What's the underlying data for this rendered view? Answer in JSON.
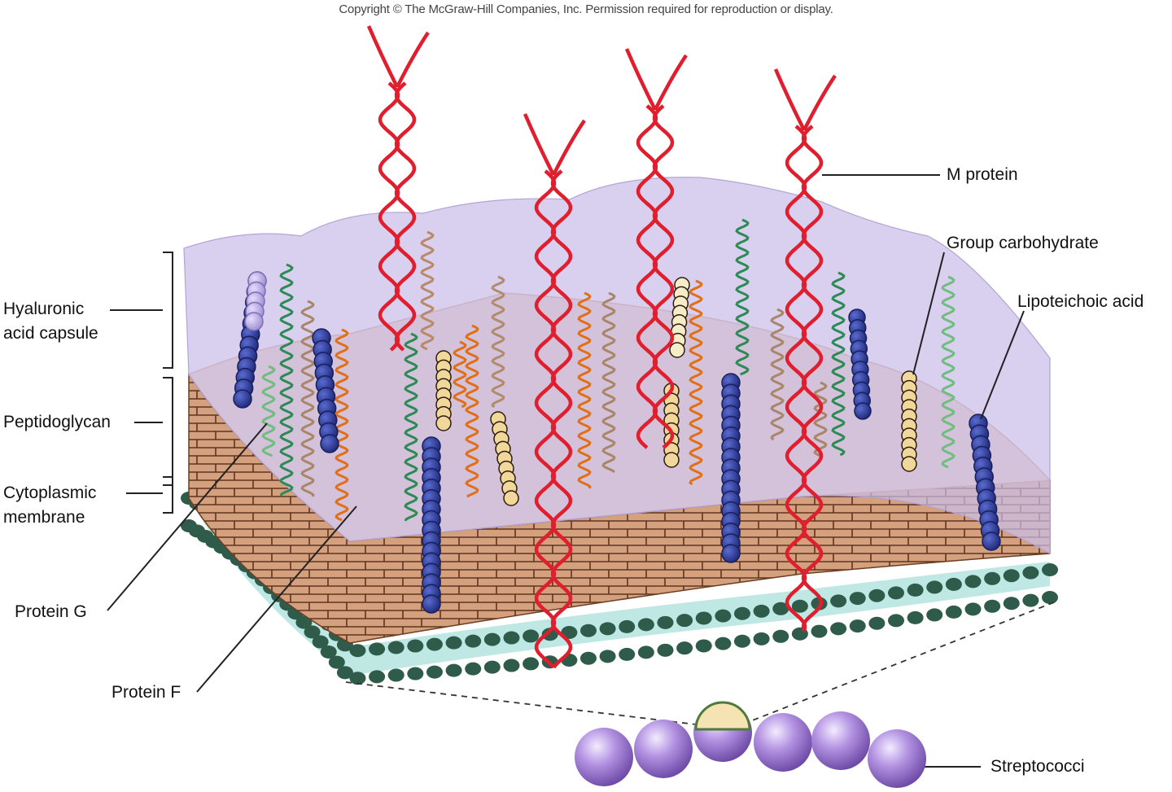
{
  "copyright": "Copyright © The McGraw-Hill Companies, Inc. Permission required for reproduction or display.",
  "labels": {
    "hyaluronic_line1": "Hyaluronic",
    "hyaluronic_line2": "acid capsule",
    "peptidoglycan": "Peptidoglycan",
    "cytoplasmic_line1": "Cytoplasmic",
    "cytoplasmic_line2": "membrane",
    "protein_g": "Protein G",
    "protein_f": "Protein F",
    "m_protein": "M protein",
    "group_carbohydrate": "Group carbohydrate",
    "lipoteichoic_acid": "Lipoteichoic acid",
    "streptococci": "Streptococci"
  },
  "colors": {
    "capsule": "#cbbde8",
    "peptidoglycan": "#d9a783",
    "membrane_bead": "#2f5b4b",
    "membrane_fluid": "#bfe8e4",
    "m_protein": "#e01e2e",
    "lipoteichoic": "#2a3590",
    "group_carbohydrate": "#f2d79b",
    "streptococci": "#b08fde"
  }
}
